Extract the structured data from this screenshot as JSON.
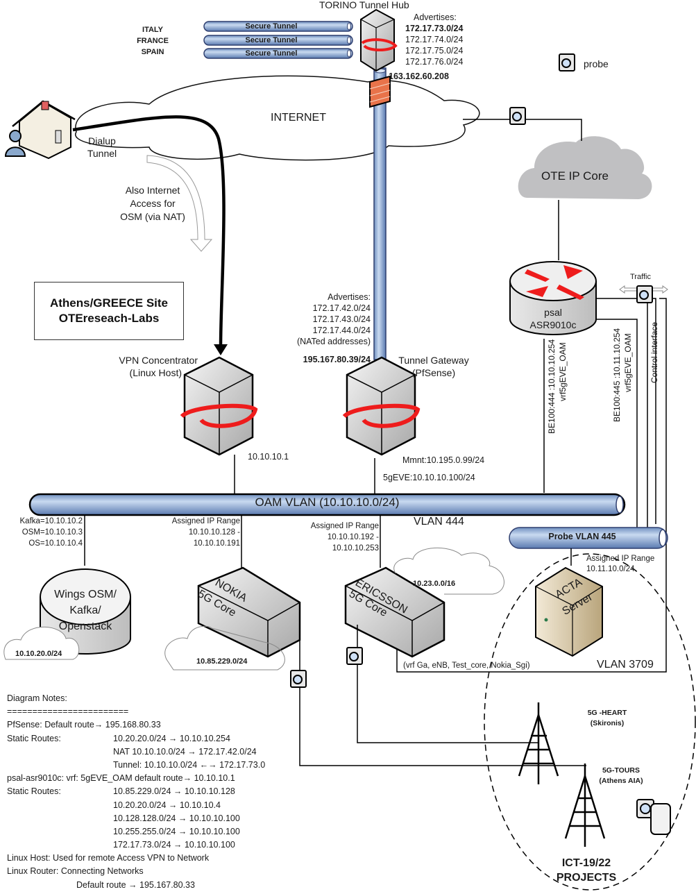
{
  "torino": {
    "title": "TORINO Tunnel  Hub",
    "advertises_label": "Advertises:",
    "prefixes": [
      "172.17.73.0/24",
      "172.17.74.0/24",
      "172.17.75.0/24",
      "172.17.76.0/24"
    ],
    "public_ip": "163.162.60.208"
  },
  "countries": [
    "ITALY",
    "FRANCE",
    "SPAIN"
  ],
  "tunnels": [
    "Secure Tunnel",
    "Secure Tunnel",
    "Secure Tunnel"
  ],
  "probe_legend": "probe",
  "internet_label": "INTERNET",
  "dialup": {
    "label_line1": "Dialup",
    "label_line2": "Tunnel"
  },
  "nat_note": [
    "Also Internet",
    "Access for",
    "OSM (via NAT)"
  ],
  "ote_core_label": "OTE IP Core",
  "site": {
    "line1": "Athens/GREECE Site",
    "line2": "OTEreseach-Labs"
  },
  "router": {
    "name": "psal",
    "model": "ASR9010c",
    "traffic_label": "Traffic",
    "link1": [
      "BE100:444 :10.10.10.254",
      "vrf5gEVE_OAM"
    ],
    "link2": [
      "BE100:445 :10.11.10.254",
      "vrf5gEVE_OAM"
    ],
    "control_label": "Control interface"
  },
  "gateway": {
    "advertises_label": "Advertises:",
    "prefixes": [
      "172.17.42.0/24",
      "172.17.43.0/24",
      "172.17.44.0/24"
    ],
    "nat_note": "(NATed addresses)",
    "public_ip": "195.167.80.39/24",
    "title_line1": "Tunnel Gateway",
    "title_line2": "(PfSense)",
    "mgmt_ip": "Mmnt:10.195.0.99/24",
    "oam_ip": "5gEVE:10.10.10.100/24"
  },
  "vpn": {
    "title_line1": "VPN Concentrator",
    "title_line2": "(Linux Host)",
    "ip": "10.10.10.1"
  },
  "oam_vlan": {
    "label": "OAM VLAN (10.10.10.0/24)",
    "vlan_tag": "VLAN 444"
  },
  "probe_vlan": {
    "label": "Probe VLAN 445",
    "range_label": "Assigned IP Range",
    "range": "10.11.10.0/24"
  },
  "wings": {
    "ips": [
      "Kafka=10.10.10.2",
      "OSM=10.10.10.3",
      "OS=10.10.10.4"
    ],
    "label": [
      "Wings OSM/",
      "Kafka/",
      "Openstack"
    ],
    "subnet": "10.10.20.0/24"
  },
  "nokia": {
    "range_label": "Assigned IP Range",
    "range": [
      "10.10.10.128 -",
      "10.10.10.191"
    ],
    "label": [
      "NOKIA",
      "5G Core"
    ],
    "subnet": "10.85.229.0/24"
  },
  "ericsson": {
    "range_label": "Assigned IP Range",
    "range": [
      "10.10.10.192 -",
      "10.10.10.253"
    ],
    "label": [
      "ERICSSON",
      "5G Core"
    ],
    "subnet": "10.23.0.0/16",
    "vrf_note": "(vrf Ga, eNB, Test_core, Nokia_Sgi)"
  },
  "acta": {
    "label": [
      "ACTA",
      "Server"
    ]
  },
  "vlan3709": "VLAN 3709",
  "sites": {
    "heart": [
      "5G -HEART",
      "(Skironis)"
    ],
    "tours": [
      "5G-TOURS",
      "(Athens AIA)"
    ],
    "projects": [
      "ICT-19/22",
      "PROJECTS"
    ]
  },
  "notes": {
    "title": "Diagram Notes:",
    "separator": "========================",
    "rows": [
      {
        "k": "PfSense: Default route→  195.168.80.33",
        "v": ""
      },
      {
        "k": "Static Routes:",
        "v": "10.20.20.0/24 →  10.10.10.254"
      },
      {
        "k": "",
        "v": "NAT 10.10.10.0/24 →    172.17.42.0/24"
      },
      {
        "k": "",
        "v": "Tunnel: 10.10.10.0/24 ←→    172.17.73.0"
      },
      {
        "k": "psal-asr9010c: vrf: 5gEVE_OAM default route→    10.10.10.1",
        "v": ""
      },
      {
        "k": "Static Routes:",
        "v": "10.85.229.0/24 →  10.10.10.128"
      },
      {
        "k": "",
        "v": "10.20.20.0/24 →  10.10.10.4"
      },
      {
        "k": "",
        "v": "10.128.128.0/24 →  10.10.10.100"
      },
      {
        "k": "",
        "v": "10.255.255.0/24 →  10.10.10.100"
      },
      {
        "k": "",
        "v": "172.17.73.0/24 →  10.10.10.100"
      },
      {
        "k": "Linux Host:  Used for remote Access VPN to Network",
        "v": ""
      },
      {
        "k": "Linux Router:  Connecting Networks",
        "v": ""
      },
      {
        "k": "",
        "v": "Default route →  195.167.80.33",
        "indent": 100
      }
    ]
  },
  "colors": {
    "pipe_fill": "#9db8dc",
    "pipe_stroke": "#2f3f6f",
    "firewall": "#e8734a",
    "arrow_red": "#ee1c1c",
    "cloud_grey": "#c0c0c2",
    "acta_tan": "#d8c8a4"
  }
}
